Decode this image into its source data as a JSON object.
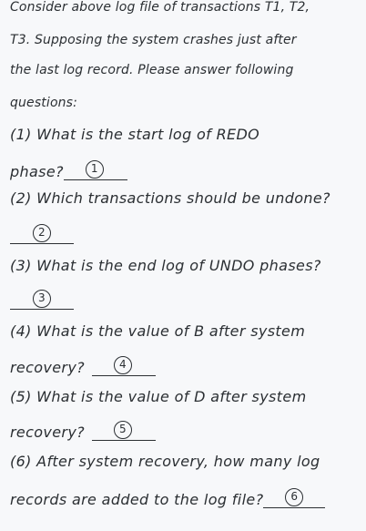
{
  "intro": {
    "line1": "Consider above log file of transactions T1, T2,",
    "line2": "T3. Supposing the system crashes just after",
    "line3": "the last log record. Please answer following",
    "line4": "questions:"
  },
  "questions": [
    {
      "line1": "(1)  What is the start log of REDO",
      "line2": "phase?",
      "blank_number": "1"
    },
    {
      "line1": "(2)  Which transactions should be undone?",
      "line2": "",
      "blank_number": "2"
    },
    {
      "line1": "(3)  What is the end log of UNDO phases?",
      "line2": "",
      "blank_number": "3"
    },
    {
      "line1": "(4)  What is the value of B after system",
      "line2": "recovery?",
      "blank_number": "4"
    },
    {
      "line1": "(5)  What is the value of D after system",
      "line2": "recovery?",
      "blank_number": "5"
    },
    {
      "line1": "(6)  After system recovery, how many log",
      "line2": "records are added to the log file?",
      "blank_number": "6"
    }
  ]
}
